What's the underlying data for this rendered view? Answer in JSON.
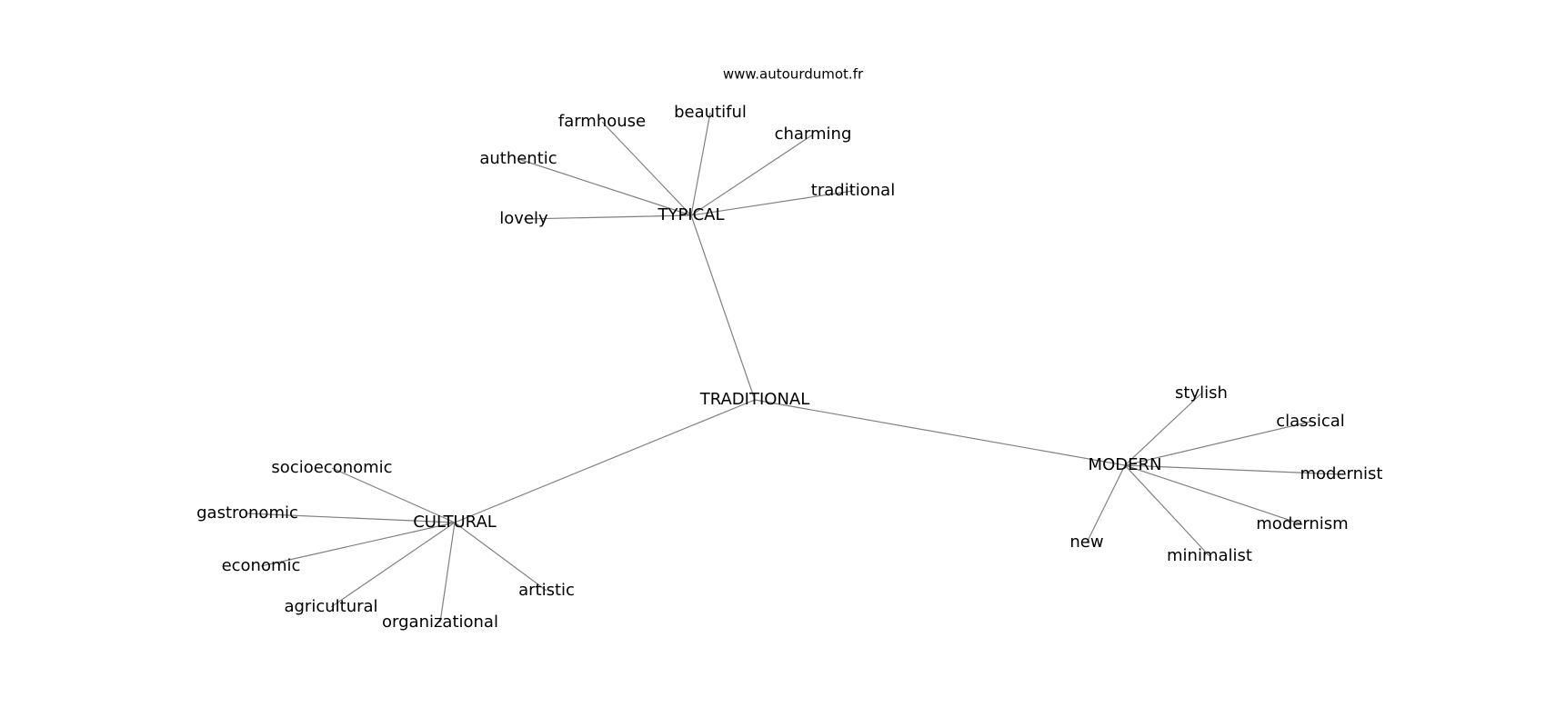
{
  "watermark": "www.autourdumot.fr",
  "colors": {
    "edge": "#808080",
    "text": "#000000",
    "background": "#ffffff"
  },
  "graph": {
    "center": "TRADITIONAL",
    "hubs": [
      {
        "label": "TYPICAL",
        "leaves": [
          "farmhouse",
          "beautiful",
          "charming",
          "authentic",
          "traditional",
          "lovely"
        ]
      },
      {
        "label": "CULTURAL",
        "leaves": [
          "socioeconomic",
          "gastronomic",
          "economic",
          "agricultural",
          "organizational",
          "artistic"
        ]
      },
      {
        "label": "MODERN",
        "leaves": [
          "stylish",
          "classical",
          "modernist",
          "modernism",
          "minimalist",
          "new"
        ]
      }
    ]
  }
}
